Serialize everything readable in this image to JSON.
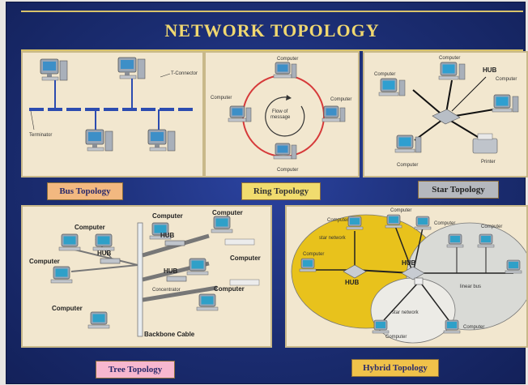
{
  "title": "NETWORK TOPOLOGY",
  "panels": {
    "bus": {
      "label": "Bus Topology",
      "text": {
        "t_connector": "T-Connector",
        "terminator": "Terminator"
      }
    },
    "ring": {
      "label": "Ring Topology",
      "text": {
        "computer": "Computer",
        "flow": "Flow of",
        "message": "message"
      }
    },
    "star": {
      "label": "Star Topology",
      "text": {
        "hub": "HUB",
        "computer": "Computer",
        "printer": "Printer"
      }
    },
    "tree": {
      "label": "Tree Topology",
      "text": {
        "computer": "Computer",
        "hub": "HUB",
        "backbone": "Backbone Cable",
        "concentrator": "Concentrator"
      }
    },
    "hybrid": {
      "label": "Hybrid Topology",
      "text": {
        "computer": "Computer",
        "hub": "HUB",
        "star_network": "star network",
        "linear_bus": "linear bus"
      }
    }
  },
  "colors": {
    "poster_bg": "#1b2d72",
    "title_text": "#f0d870",
    "panel_bg": "#f2e7cf",
    "bus_line": "#2c4cb0",
    "ring_line": "#d63a3a"
  }
}
